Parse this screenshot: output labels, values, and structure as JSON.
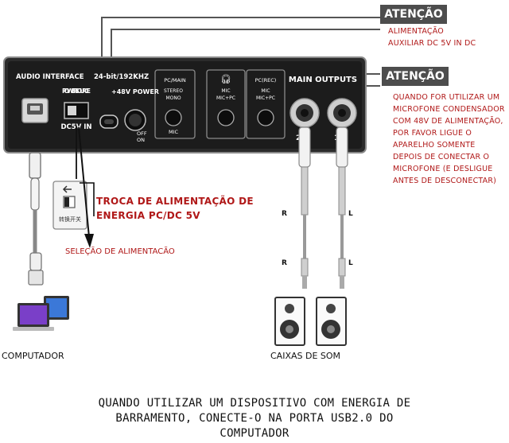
{
  "device": {
    "title": "AUDIO INTERFACE",
    "spec": "24-bit/192KHZ",
    "power_source": "POWER SOURCE",
    "dc_in": "DC5V IN",
    "phantom": "+48V POWER",
    "phantom_off": "OFF",
    "phantom_on": "ON",
    "pc_main": "PC/MAIN",
    "stereo": "STEREO",
    "mono": "MONO",
    "mic": "MIC",
    "mic_pc": "MIC+PC",
    "pc_rec": "PC(REC)",
    "main_outputs": "MAIN OUTPUTS",
    "out_r": "2/R",
    "out_l": "1/L"
  },
  "callouts": {
    "attention1": {
      "title": "ATENÇÃO",
      "lines": [
        "ALIMENTAÇÃO",
        "AUXILIAR DC 5V IN DC"
      ]
    },
    "attention2": {
      "title": "ATENÇÃO",
      "lines": [
        "QUANDO FOR UTILIZAR UM",
        "MICROFONE CONDENSADOR",
        "COM 48V DE ALIMENTAÇÃO,",
        "POR FAVOR LIGUE O",
        "APARELHO SOMENTE",
        "DEPOIS DE CONECTAR O",
        "MICROFONE (E DESLIGUE",
        "ANTES DE DESCONECTAR)"
      ]
    },
    "switch_title": [
      "TROCA DE ALIMENTAÇÃO DE",
      "ENERGIA PC/DC 5V"
    ],
    "switch_chinese": "转换开关",
    "selection": "SELEÇÃO DE ALIMENTACÃO"
  },
  "labels": {
    "computer": "COMPUTADOR",
    "speakers": "CAIXAS DE SOM",
    "cable_r": "R",
    "cable_l": "L"
  },
  "caption": [
    "QUANDO UTILIZAR UM DISPOSITIVO COM ENERGIA DE",
    "BARRAMENTO, CONECTE-O NA PORTA USB2.0 DO",
    "COMPUTADOR"
  ],
  "colors": {
    "callout_text": "#b01818",
    "badge_bg": "#4d4d4d",
    "device_body": "#1c1c1c",
    "device_outline": "#888888"
  }
}
